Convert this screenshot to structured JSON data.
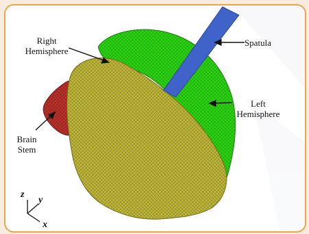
{
  "labels": {
    "right_hemisphere": "Right\nHemisphere",
    "spatula": "Spatula",
    "left_hemisphere": "Left\nHemisphere",
    "brain_stem": "Brain\nStem"
  },
  "axes": {
    "z": "z",
    "y": "y",
    "x": "x"
  },
  "colors": {
    "frame_border": "#f0a544",
    "right_hemisphere": "#bdb43a",
    "left_hemisphere": "#2bd10f",
    "brain_stem": "#b8322c",
    "spatula": "#3f63c9"
  }
}
